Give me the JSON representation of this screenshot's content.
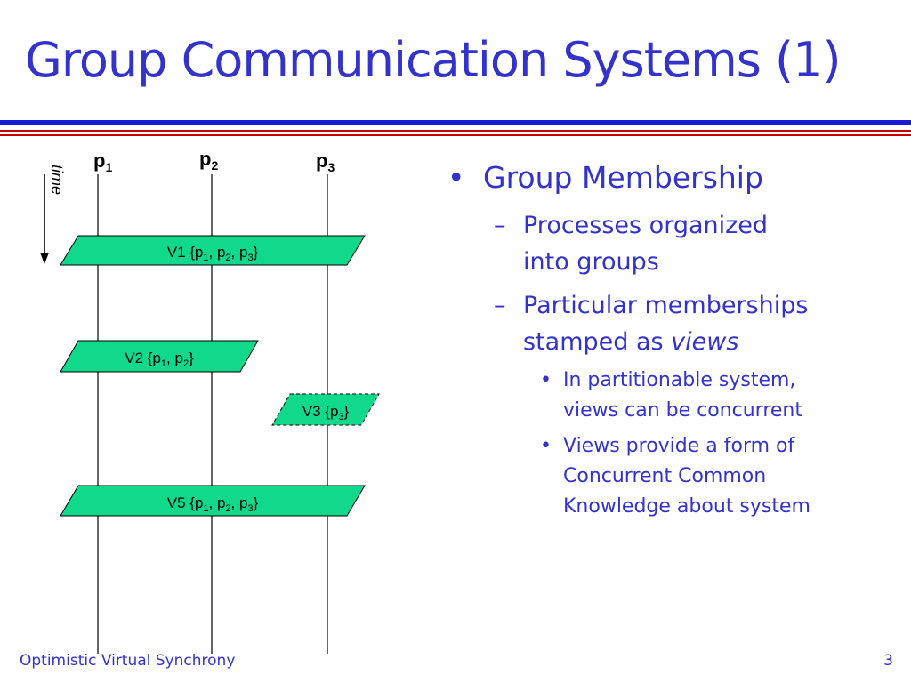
{
  "slide": {
    "title": "Group Communication Systems (1)",
    "colors": {
      "text": "#3333cc",
      "rule_blue": "#1a1ad9",
      "rule_red": "#cc0000",
      "view_fill": "#11d98c"
    }
  },
  "diagram": {
    "time_label": "time",
    "processes": [
      {
        "name": "p",
        "sub": "1"
      },
      {
        "name": "p",
        "sub": "2"
      },
      {
        "name": "p",
        "sub": "3"
      }
    ],
    "views": [
      {
        "name": "V1",
        "members": [
          "1",
          "2",
          "3"
        ],
        "style": "solid"
      },
      {
        "name": "V2",
        "members": [
          "1",
          "2"
        ],
        "style": "solid"
      },
      {
        "name": "V3",
        "members": [
          "3"
        ],
        "style": "dashed"
      },
      {
        "name": "V5",
        "members": [
          "1",
          "2",
          "3"
        ],
        "style": "solid"
      }
    ]
  },
  "bullets": {
    "b1": "Group Membership",
    "b1_sub1": "Processes organized into groups",
    "b1_sub2_prefix": "Particular memberships stamped as ",
    "b1_sub2_em": "views",
    "b1_sub2_item1": "In partitionable system, views can be concurrent",
    "b1_sub2_item2": "Views provide a form of Concurrent Common Knowledge about system"
  },
  "footer": {
    "left": "Optimistic Virtual Synchrony",
    "page": "3"
  }
}
